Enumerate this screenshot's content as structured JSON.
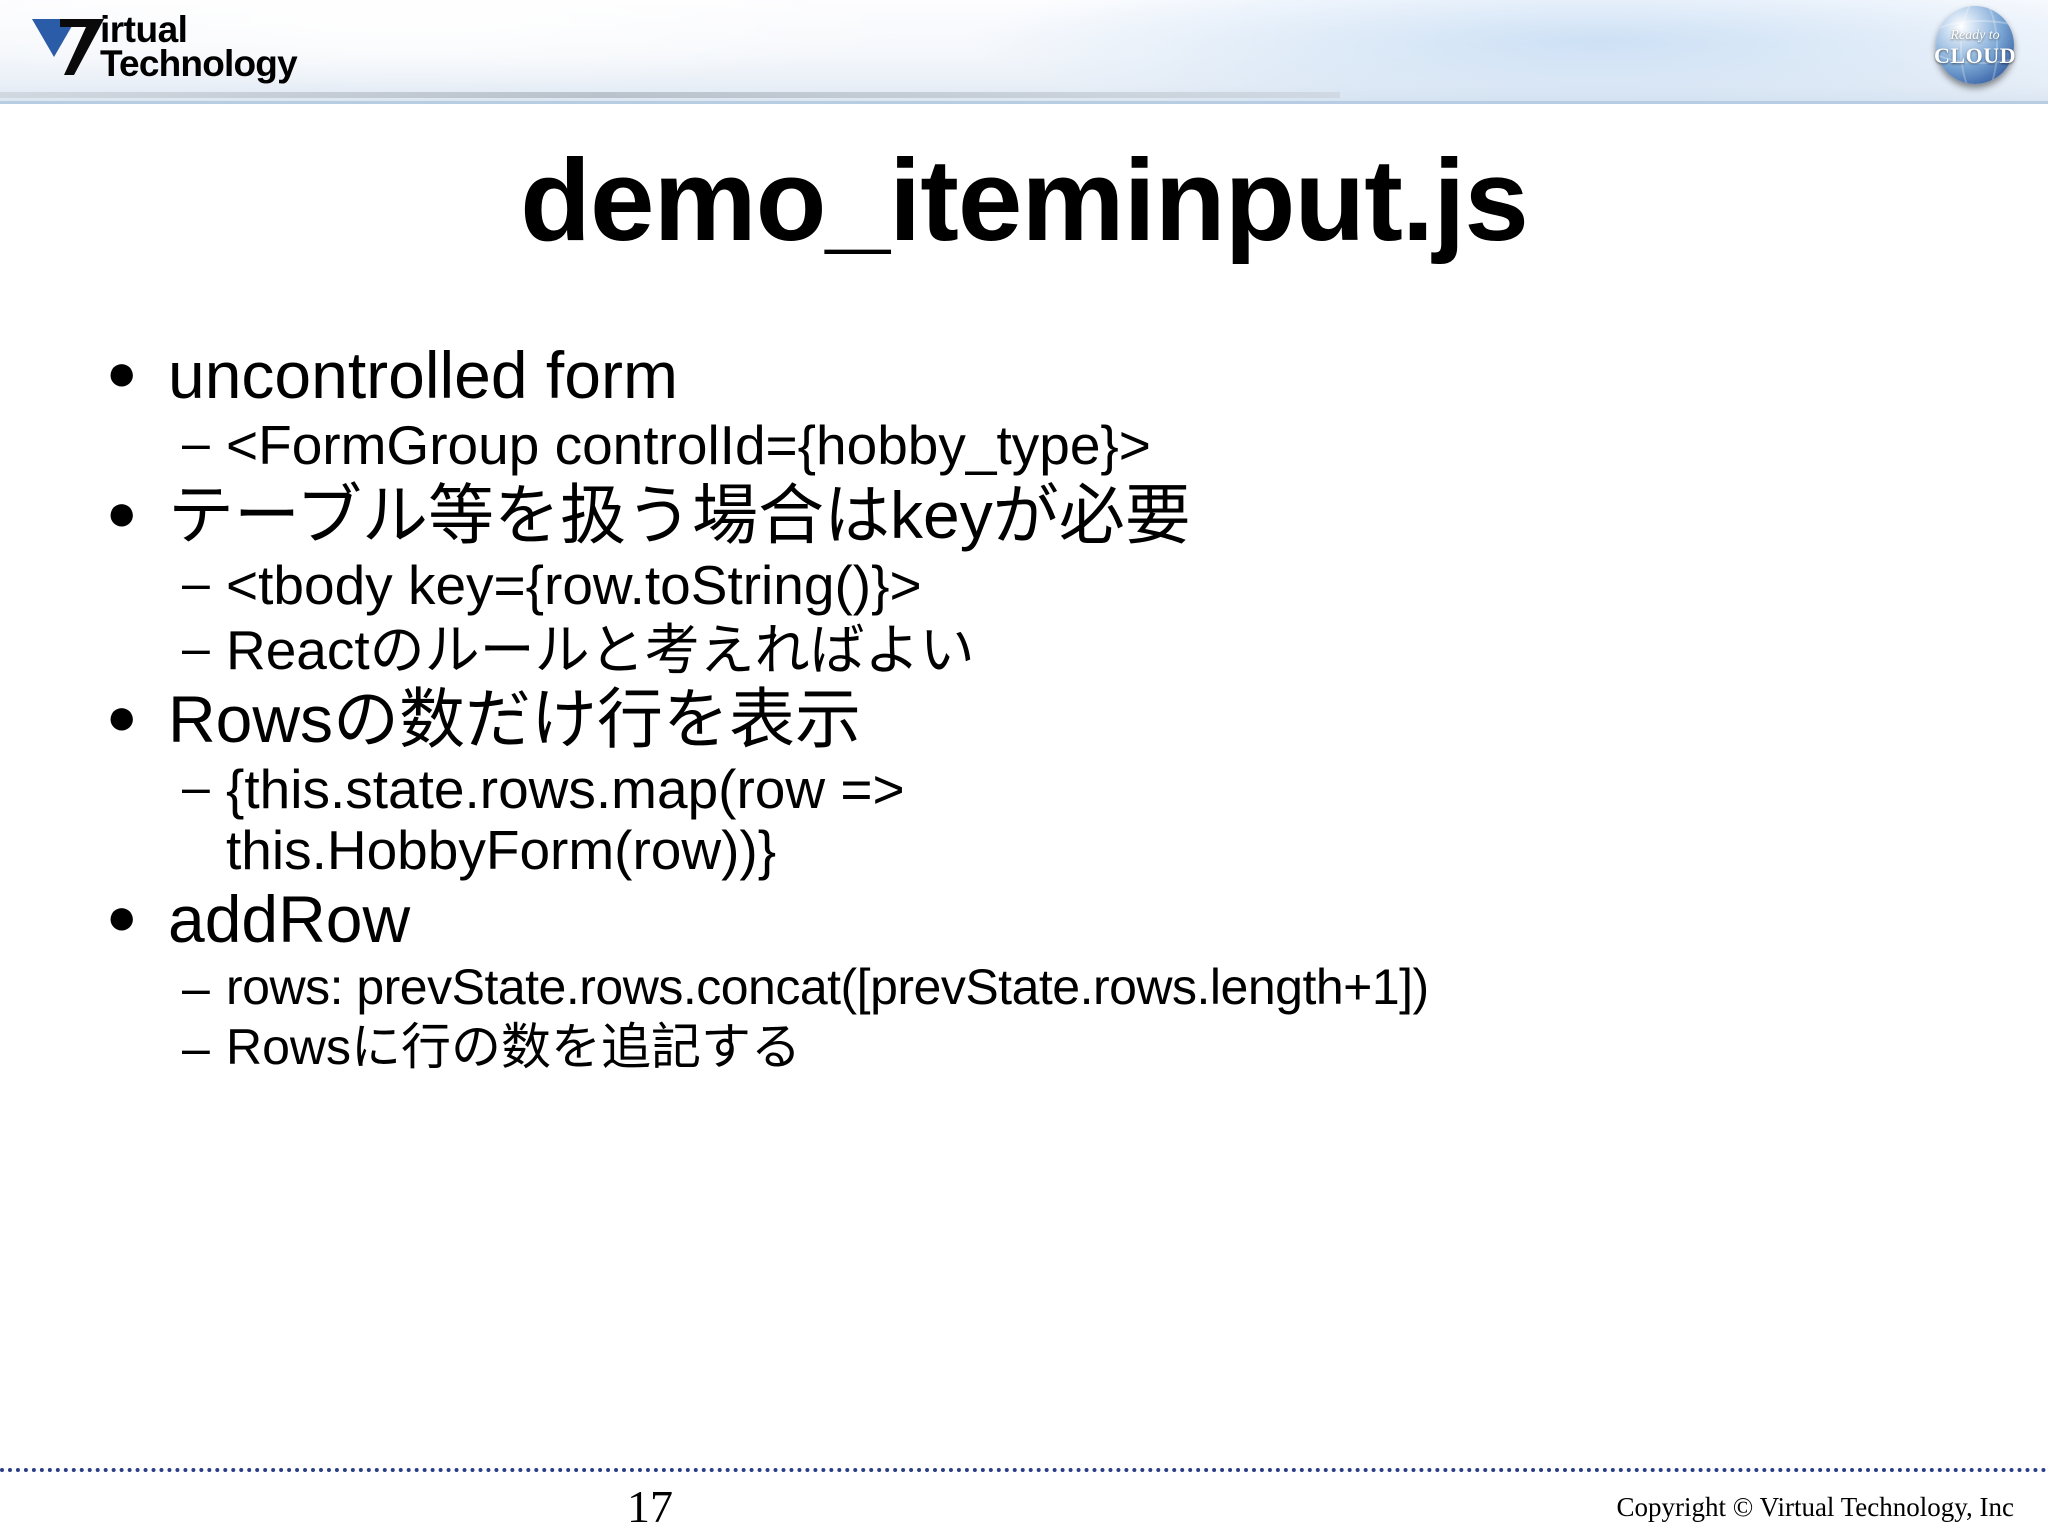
{
  "header": {
    "logo": {
      "name": "virtual-technology-logo",
      "line1": "irtual",
      "line2": "Technology",
      "mark_icon": "v-chevron-logo-icon",
      "mark_colors": {
        "blue": "#2b5ca8",
        "black": "#0a0a0a"
      }
    },
    "badge": {
      "name": "ready-to-cloud-badge",
      "line1": "Ready to",
      "line2": "CLOUD",
      "icon": "globe-sphere-icon",
      "color": "#3a63a6"
    }
  },
  "slide": {
    "title": "demo_iteminput.js",
    "bullets": [
      {
        "level": 1,
        "marker": "●",
        "text": "uncontrolled form"
      },
      {
        "level": 2,
        "marker": "–",
        "text": "<FormGroup controlId={hobby_type}>"
      },
      {
        "level": 1,
        "marker": "●",
        "text": "テーブル等を扱う場合はkeyが必要"
      },
      {
        "level": 2,
        "marker": "–",
        "text": "<tbody key={row.toString()}>"
      },
      {
        "level": 2,
        "marker": "–",
        "text": "Reactのルールと考えればよい"
      },
      {
        "level": 1,
        "marker": "●",
        "text": "Rowsの数だけ行を表示"
      },
      {
        "level": 2,
        "marker": "–",
        "text": "{this.state.rows.map(row => this.HobbyForm(row))}"
      },
      {
        "level": 1,
        "marker": "●",
        "text": "addRow"
      },
      {
        "level": 2,
        "marker": "–",
        "text": "rows: prevState.rows.concat([prevState.rows.length+1])"
      },
      {
        "level": 2,
        "marker": "–",
        "text": "Rowsに行の数を追記する"
      }
    ]
  },
  "footer": {
    "page_number": "17",
    "copyright": "Copyright © Virtual Technology, Inc",
    "divider_color": "#2b3f86"
  }
}
